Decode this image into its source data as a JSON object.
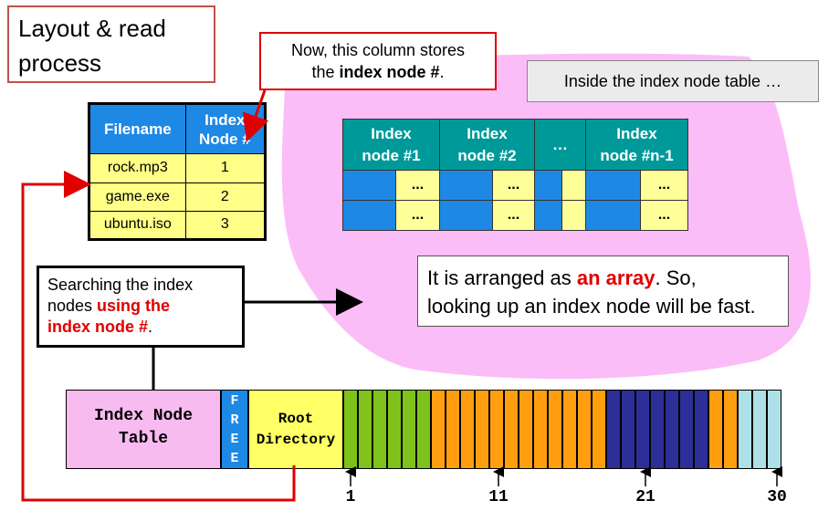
{
  "title": [
    "Layout & read",
    "process"
  ],
  "callout_top": {
    "line1": "Now, this column stores",
    "line2_prefix": "the ",
    "line2_bold": "index node #",
    "line2_suffix": "."
  },
  "grey_box": "Inside the index node table …",
  "file_table": {
    "headers": [
      "Filename",
      "Index Node #"
    ],
    "rows": [
      {
        "name": "rock.mp3",
        "node": "1"
      },
      {
        "name": "game.exe",
        "node": "2"
      },
      {
        "name": "ubuntu.iso",
        "node": "3"
      }
    ]
  },
  "inode_table": {
    "headers": [
      {
        "line1": "Index",
        "line2": "node #1"
      },
      {
        "line1": "Index",
        "line2": "node #2"
      },
      {
        "line1": "…",
        "line2": ""
      },
      {
        "line1": "Index",
        "line2": "node #n-1"
      }
    ],
    "cell_ellipsis": "..."
  },
  "array_box": {
    "line1_prefix": "It is arranged as ",
    "line1_red": "an array",
    "line1_suffix": ". So,",
    "line2": "looking up an index node will be fast."
  },
  "search_box": {
    "line1": "Searching the index",
    "line2_prefix": "nodes ",
    "line2_red": "using the",
    "line3_red": "index node #",
    "line3_suffix": "."
  },
  "disk": {
    "inode_table_label": [
      "Index Node",
      "Table"
    ],
    "free_label": [
      "F",
      "R",
      "E",
      "E"
    ],
    "root_label": [
      "Root",
      "Directory"
    ],
    "block_colors": {
      "green": "#80c21c",
      "orange": "#ff9f0f",
      "navy": "#2e2e99",
      "lightblue": "#aee0e8"
    },
    "markers": [
      "1",
      "11",
      "21",
      "30"
    ]
  },
  "colors": {
    "pink_region": "#fbbdf7",
    "accent_red": "#e00000",
    "blue": "#1e88e5",
    "teal": "#009999"
  }
}
